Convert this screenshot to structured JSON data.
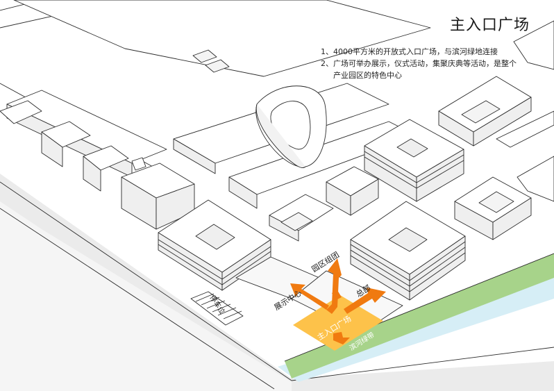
{
  "title": "主入口广场",
  "description": {
    "line1": "1、4000平方米的开放式入口广场，与滨河绿地连接",
    "line2": "2、广场可举办展示，仪式活动，集聚庆典等活动，是整个",
    "line3": "产业园区的特色中心"
  },
  "labels": {
    "plaza": "主入口广场",
    "exhibition": "展示中心",
    "cluster": "园区组团",
    "hq": "总部",
    "greenbelt": "滨河绿带",
    "parking": "停车位"
  },
  "colors": {
    "plaza": "#fdc24a",
    "arrow": "#f07a10",
    "green": "#a7d38a",
    "water": "#d6eef6"
  }
}
